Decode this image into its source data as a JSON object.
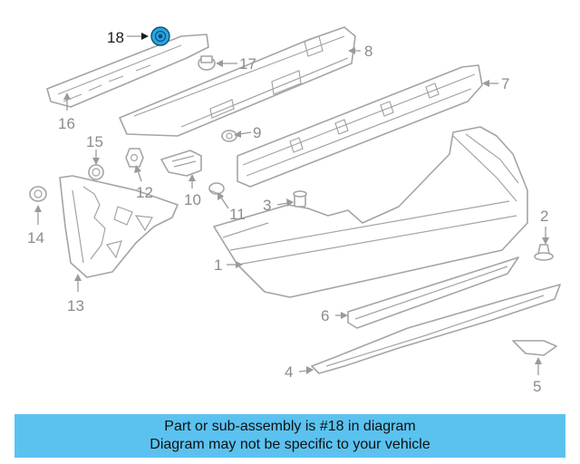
{
  "callouts": {
    "c1": "1",
    "c2": "2",
    "c3": "3",
    "c4": "4",
    "c5": "5",
    "c6": "6",
    "c7": "7",
    "c8": "8",
    "c9": "9",
    "c10": "10",
    "c11": "11",
    "c12": "12",
    "c13": "13",
    "c14": "14",
    "c15": "15",
    "c16": "16",
    "c17": "17",
    "c18": "18"
  },
  "highlighted_part": "18",
  "colors": {
    "highlight_part": "#2aa6e0",
    "banner_background": "#5bc2f0",
    "line_art": "#a4a4a4"
  },
  "footer": {
    "line1": "Part or sub-assembly is #18 in diagram",
    "line2": "Diagram may not be specific to your vehicle"
  }
}
